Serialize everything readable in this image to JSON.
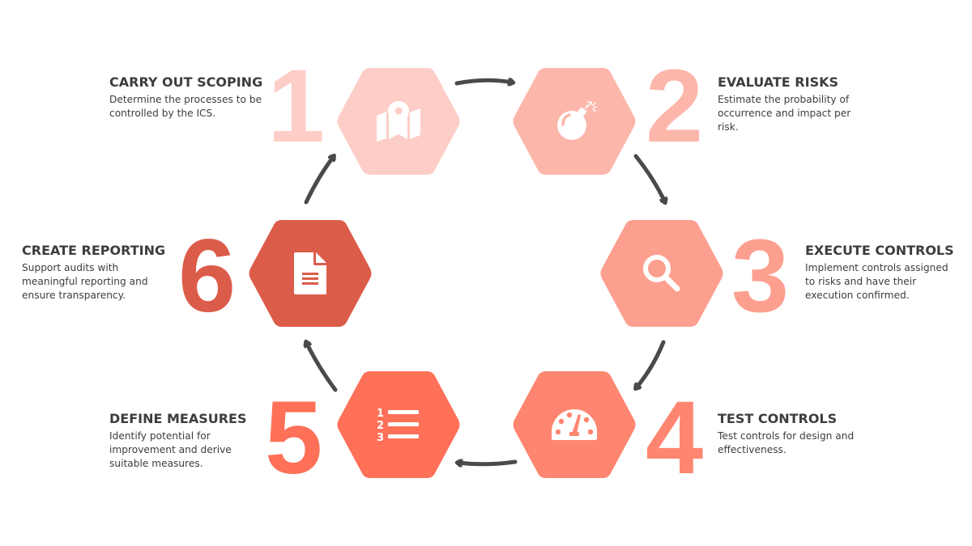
{
  "diagram": {
    "type": "cycle",
    "arrow_color": "#4a4a4a",
    "text_color": "#3d3d3d",
    "steps": [
      {
        "number": "1",
        "title": "CARRY OUT SCOPING",
        "description": "Determine the processes to be controlled by the ICS.",
        "icon": "map-pin-icon",
        "color": "#fdcec7"
      },
      {
        "number": "2",
        "title": "EVALUATE RISKS",
        "description": "Estimate the probability of occurrence and impact per risk.",
        "icon": "bomb-icon",
        "color": "#fdb6aa"
      },
      {
        "number": "3",
        "title": "EXECUTE CONTROLS",
        "description": "Implement controls assigned to risks and have their execution confirmed.",
        "icon": "magnifier-icon",
        "color": "#fd9f8f"
      },
      {
        "number": "4",
        "title": "TEST CONTROLS",
        "description": "Test controls for design and effectiveness.",
        "icon": "gauge-icon",
        "color": "#fe8670"
      },
      {
        "number": "5",
        "title": "DEFINE MEASURES",
        "description": "Identify potential for improvement and derive suitable measures.",
        "icon": "numbered-list-icon",
        "color": "#fe7058"
      },
      {
        "number": "6",
        "title": "CREATE REPORTING",
        "description": "Support audits with meaningful reporting and ensure transparency.",
        "icon": "document-icon",
        "color": "#dc5c4a"
      }
    ]
  }
}
